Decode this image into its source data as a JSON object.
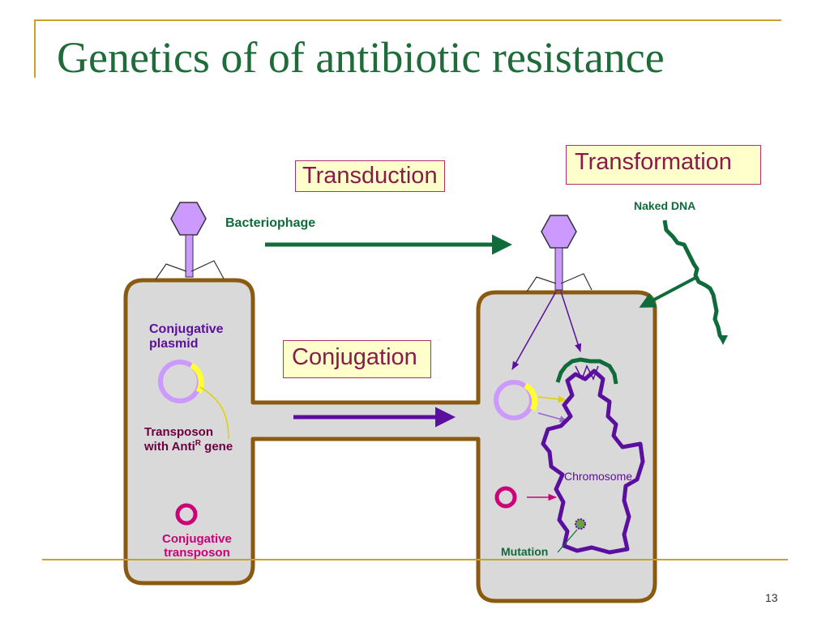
{
  "slide": {
    "title": "Genetics of of antibiotic resistance",
    "page_number": "13"
  },
  "labels": {
    "transduction": "Transduction",
    "transformation": "Transformation",
    "conjugation": "Conjugation",
    "bacteriophage": "Bacteriophage",
    "naked_dna": "Naked DNA",
    "conjugative_plasmid": "Conjugative\nplasmid",
    "transposon_line1": "Transposon",
    "transposon_line2_prefix": "with Anti",
    "transposon_superscript": "R",
    "transposon_line2_suffix": " gene",
    "conjugative_transposon": "Conjugative\ntransposon",
    "chromosome": "Chromosome",
    "mutation": "Mutation"
  },
  "colors": {
    "title": "#1f6b3a",
    "accent_rule": "#c9a227",
    "cell_fill": "#d9d9d9",
    "cell_border": "#8a5a10",
    "purple": "#5b0f9e",
    "lilac": "#cc99ff",
    "dark_green": "#0f6b3a",
    "magenta": "#cc0077",
    "yellow": "#ffff33",
    "box_fill": "#ffffcc",
    "box_border": "#b0306a"
  }
}
